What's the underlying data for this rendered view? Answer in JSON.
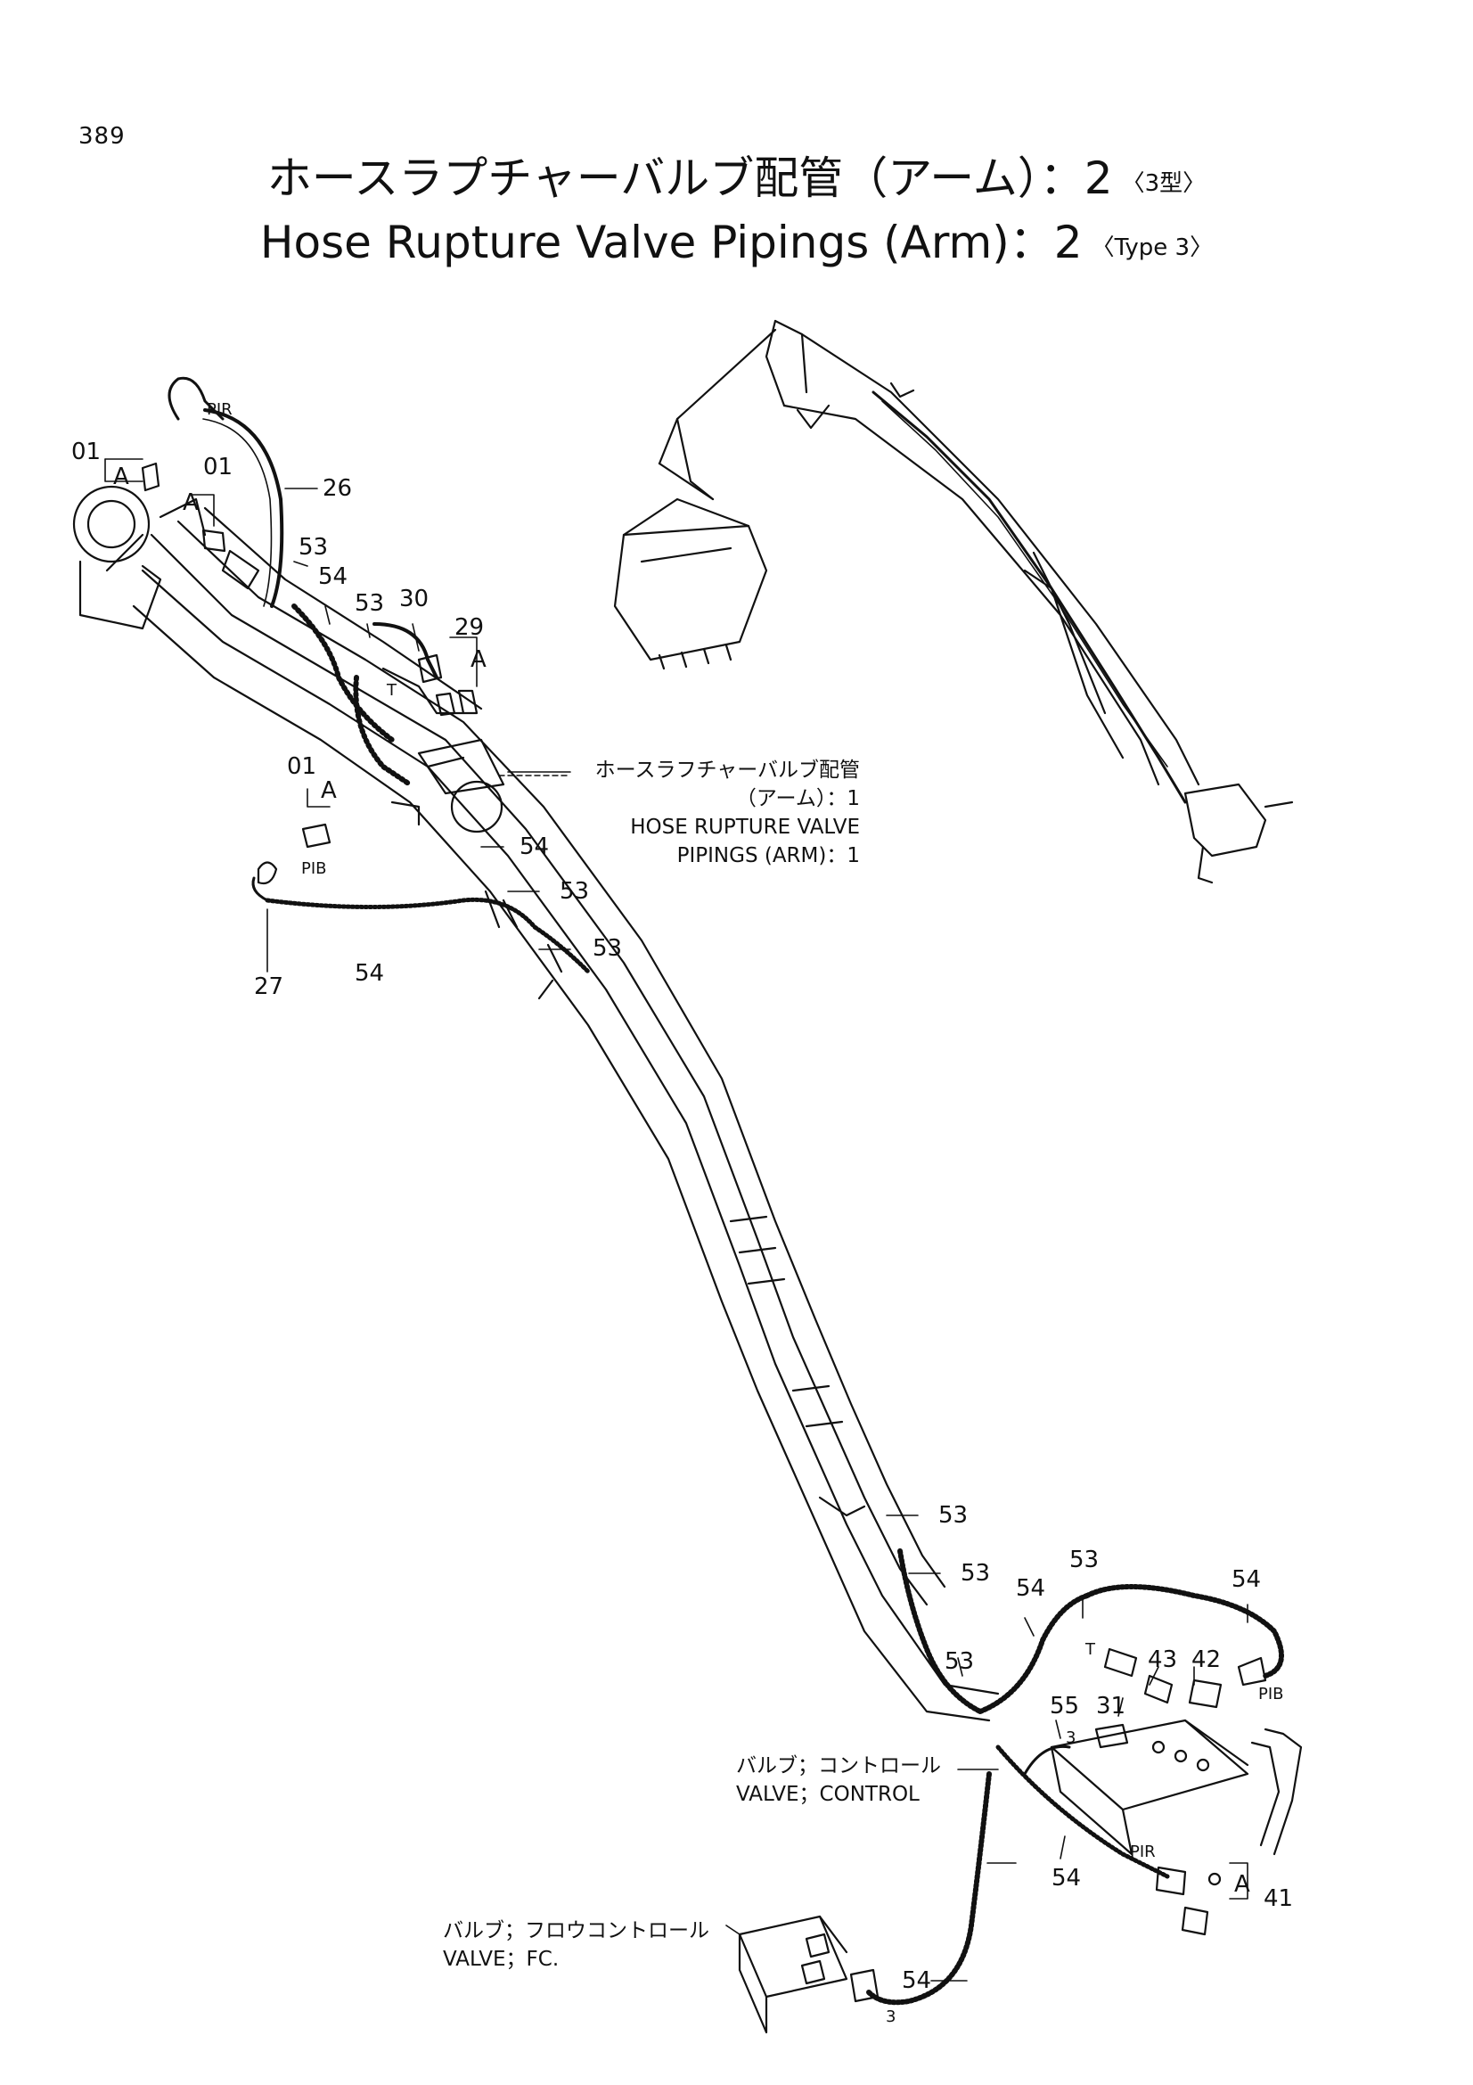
{
  "header": {
    "page_number": "389",
    "title_jp": "ホースラプチャーバルブ配管（アーム）：2",
    "title_jp_type": "〈3型〉",
    "title_en": "Hose Rupture Valve Pipings (Arm)：2",
    "title_en_type": "〈Type 3〉"
  },
  "part_labels": {
    "p01a": "01",
    "p01b": "01",
    "p01c": "01",
    "pA1": "A",
    "pA2": "A",
    "pA3": "A",
    "pA4": "A",
    "pA5": "A",
    "p26": "26",
    "p53a": "53",
    "p54a": "54",
    "p53b": "53",
    "p30": "30",
    "p29": "29",
    "pT1": "T",
    "p54b": "54",
    "p53c": "53",
    "p53d": "53",
    "p27": "27",
    "p54c": "54",
    "pPIR1": "PIR",
    "pPIB1": "PIB",
    "p53e": "53",
    "p53f": "53",
    "p53g": "53",
    "p54d": "54",
    "p53h": "53",
    "p54e": "54",
    "pT2": "T",
    "p43": "43",
    "p42": "42",
    "p31": "31",
    "p55": "55",
    "p3a": "3",
    "pPIB2": "PIB",
    "pPIR2": "PIR",
    "p54f": "54",
    "p54g": "54",
    "p41": "41",
    "p3b": "3"
  },
  "callouts": {
    "ref_jp": "ホースラフチャーバルブ配管",
    "ref_jp2": "（アーム）：1",
    "ref_en": "HOSE RUPTURE VALVE",
    "ref_en2": "PIPINGS (ARM)：1",
    "control_jp": "バルブ；コントロール",
    "control_en": "VALVE；CONTROL",
    "fc_jp": "バルブ；フロウコントロール",
    "fc_en": "VALVE；FC."
  }
}
